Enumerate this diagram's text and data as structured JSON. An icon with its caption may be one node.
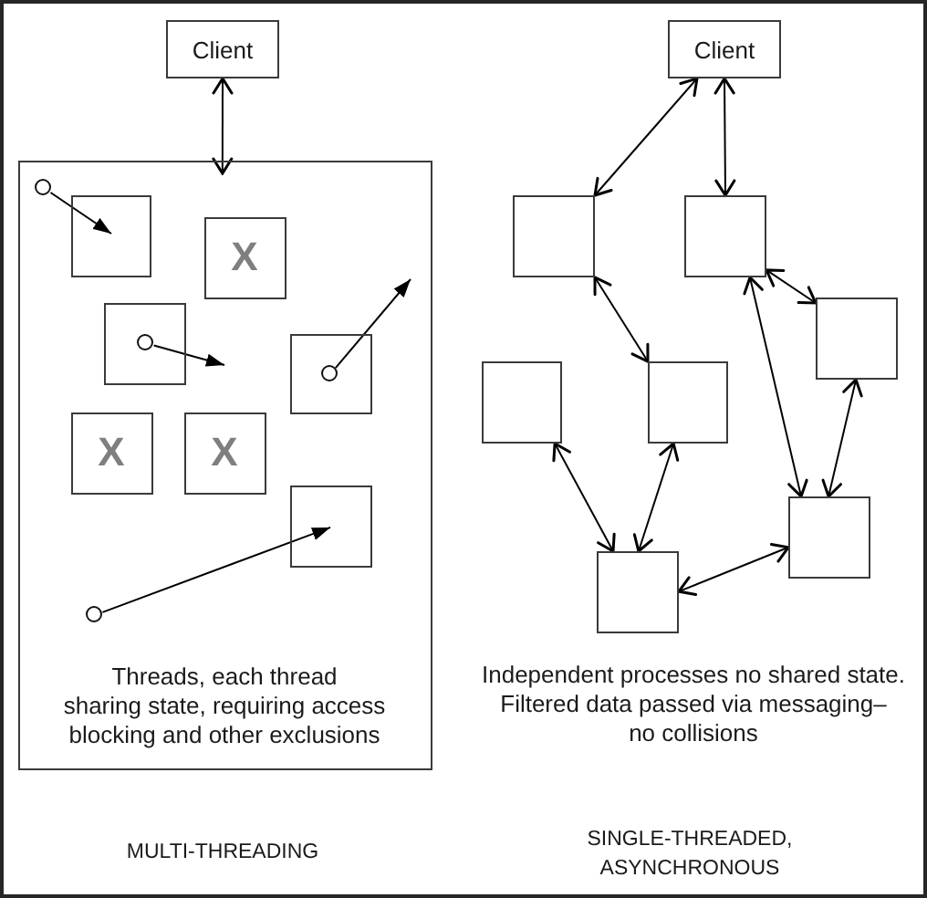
{
  "diagram": {
    "nodes": [
      {
        "text": [
          "Client"
        ]
      },
      {
        "text": [
          "Threads, each thread sharing state, requiring access blocking and other exclusions"
        ]
      },
      {
        "text": [],
        "shape": "circle",
        "in": 1
      },
      {
        "text": [],
        "shape": "box",
        "in": 1
      },
      {
        "text": [
          "X"
        ],
        "in": 1
      },
      {
        "text": [],
        "shape": "box",
        "in": 1
      },
      {
        "text": [],
        "shape": "circle",
        "in": 5
      },
      {
        "text": [],
        "shape": "box",
        "in": 1
      },
      {
        "text": [],
        "shape": "circle",
        "in": 7
      },
      {
        "text": [
          "X"
        ],
        "in": 1
      },
      {
        "text": [
          "X"
        ],
        "in": 1
      },
      {
        "text": [],
        "shape": "box",
        "in": 1
      },
      {
        "text": [],
        "shape": "circle",
        "in": 1
      },
      {
        "text": [
          "Client"
        ]
      },
      {
        "text": [],
        "shape": "box"
      },
      {
        "text": [],
        "shape": "box"
      },
      {
        "text": [],
        "shape": "box"
      },
      {
        "text": [],
        "shape": "box"
      },
      {
        "text": [],
        "shape": "box"
      },
      {
        "text": [],
        "shape": "box"
      },
      {
        "text": [],
        "shape": "box"
      }
    ],
    "edges": [
      {
        "from": 0,
        "to": 1,
        "arrow": "both"
      },
      {
        "from": 2,
        "to": 3,
        "arrow": "to"
      },
      {
        "from": 6,
        "to": null,
        "arrow": "to"
      },
      {
        "from": 8,
        "to": null,
        "arrow": "to"
      },
      {
        "from": 12,
        "to": 11,
        "arrow": "to"
      },
      {
        "from": 13,
        "to": 14,
        "arrow": "both"
      },
      {
        "from": 13,
        "to": 15,
        "arrow": "both"
      },
      {
        "from": 14,
        "to": 18,
        "arrow": "both"
      },
      {
        "from": 15,
        "to": 16,
        "arrow": "both"
      },
      {
        "from": 15,
        "to": 19,
        "arrow": "both"
      },
      {
        "from": 16,
        "to": 19,
        "arrow": "both"
      },
      {
        "from": 17,
        "to": 20,
        "arrow": "both"
      },
      {
        "from": 18,
        "to": 20,
        "arrow": "both"
      },
      {
        "from": 20,
        "to": 19,
        "arrow": "both"
      }
    ],
    "labels": [
      "Independent processes no shared state. Filtered data passed via messaging– no collisions",
      "MULTI-THREADING",
      "SINGLE-THREADED, ASYNCHRONOUS"
    ]
  }
}
